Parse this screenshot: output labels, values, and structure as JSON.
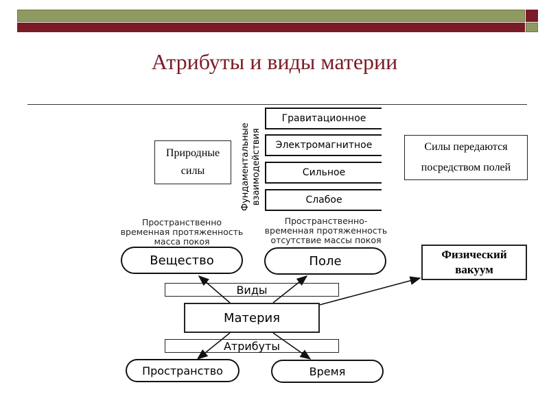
{
  "slide": {
    "title": "Атрибуты и виды материи"
  },
  "left_note": {
    "line1": "Природные",
    "line2": "силы"
  },
  "right_note": {
    "line1": "Силы передаются",
    "line2": "посредством полей"
  },
  "interactions": {
    "label_line1": "Фундаментальные",
    "label_line2": "взаимодействия",
    "items": [
      "Гравитационное",
      "Электромагнитное",
      "Сильное",
      "Слабое"
    ]
  },
  "captions": {
    "substance_line1": "Пространственно",
    "substance_line2": "временная протяженность",
    "substance_line3": "масса покоя",
    "field_line1": "Пространственно-",
    "field_line2": "временная протяженность",
    "field_line3": "отсутствие массы покоя"
  },
  "nodes": {
    "substance": "Вещество",
    "field": "Поле",
    "vacuum_line1": "Физический",
    "vacuum_line2": "вакуум",
    "kinds": "Виды",
    "matter": "Материя",
    "attributes": "Атрибуты",
    "space": "Пространство",
    "time": "Время"
  }
}
